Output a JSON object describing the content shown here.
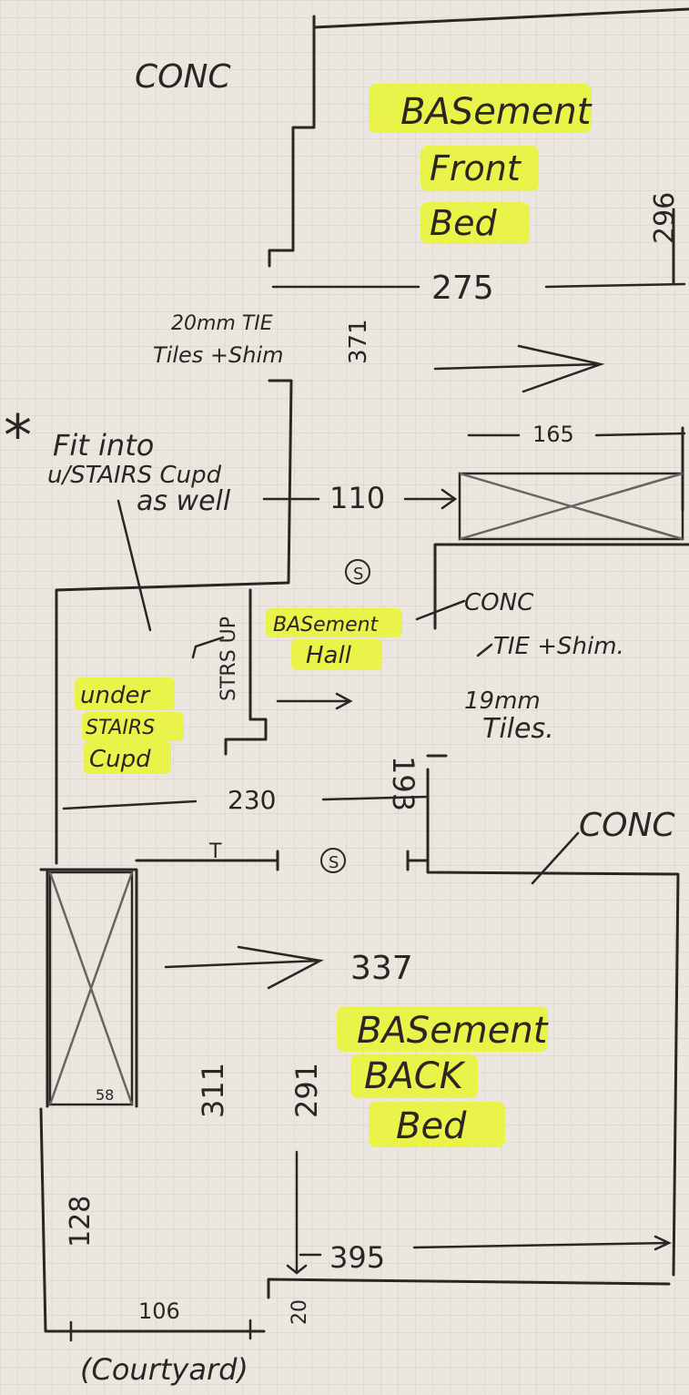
{
  "rooms": {
    "front_bed": [
      "BASement",
      "Front",
      "Bed"
    ],
    "hall": [
      "BASement",
      "Hall"
    ],
    "under_stairs": [
      "under",
      "STAIRS",
      "Cupd"
    ],
    "back_bed": [
      "BASement",
      "BACK",
      "Bed"
    ]
  },
  "materials": {
    "conc": "CONC",
    "tile_20mm_line1": "20mm TIE",
    "tile_20mm_line2": "Tiles +Shim",
    "tile_shim": "TIE +Shim.",
    "tiles_19mm_line1": "19mm",
    "tiles_19mm_line2": "Tiles."
  },
  "notes": {
    "asterisk": "*",
    "cupboard_note": [
      "Fit into",
      "u/STAIRS Cupd",
      "as well"
    ],
    "stairs_up": "STRS UP",
    "switch_symbol": "S",
    "tee_marker": "T",
    "courtyard": "(Courtyard)"
  },
  "dimensions": {
    "front_bed_width": "275",
    "front_bed_depth": "296",
    "front_bed_side": "371",
    "unit_width": "165",
    "hall_gap": "110",
    "hall_depth": "193",
    "hall_width": "230",
    "back_bed_width": "337",
    "back_bed_depth": "291",
    "back_left_depth": "311",
    "unit_small": "58",
    "lower_wall": "128",
    "lower_width": "106",
    "back_bed_lower_width": "395",
    "step_small": "20"
  },
  "highlight_color": "#e9f53a",
  "ink_color": "#2b2622",
  "grid_color": "#d3cec7"
}
